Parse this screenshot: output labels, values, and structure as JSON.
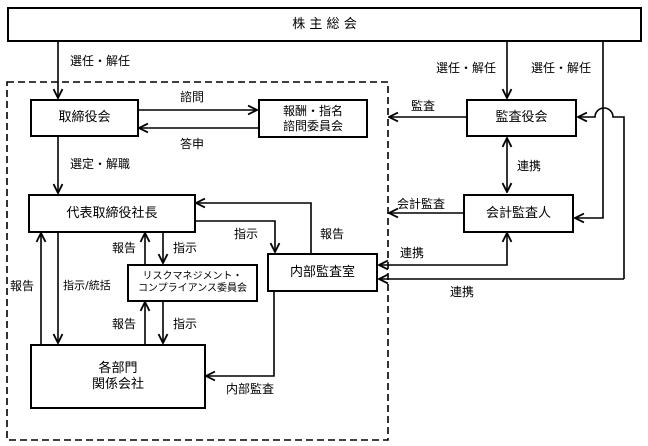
{
  "nodes": {
    "shareholders": {
      "label": "株 主 総 会"
    },
    "board": {
      "label": "取締役会"
    },
    "committee": {
      "line1": "報酬・指名",
      "line2": "諮問委員会"
    },
    "auditors_board": {
      "label": "監査役会"
    },
    "president": {
      "label": "代表取締役社長"
    },
    "accounting_auditor": {
      "label": "会計監査人"
    },
    "internal_audit_office": {
      "label": "内部監査室"
    },
    "risk_committee": {
      "line1": "リスクマネジメント・",
      "line2": "コンプライアンス委員会"
    },
    "departments": {
      "line1": "各部門",
      "line2": "関係会社"
    }
  },
  "edges": {
    "elect_dismiss_board": "選任・解任",
    "elect_dismiss_auditors": "選任・解任",
    "elect_dismiss_accounting": "選任・解任",
    "consult": "諮問",
    "report_back": "答申",
    "appoint_dismiss": "選定・解職",
    "audit": "監査",
    "cooperation_auditors": "連携",
    "accounting_audit": "会計監査",
    "cooperation_accounting": "連携",
    "cooperation_internal": "連携",
    "instruct_internal": "指示",
    "report_internal": "報告",
    "report_risk_up": "報告",
    "instruct_risk_down": "指示",
    "instruct_oversee": "指示/統括",
    "report_left": "報告",
    "report_dept_up": "報告",
    "instruct_dept_down": "指示",
    "internal_audit": "内部監査"
  }
}
